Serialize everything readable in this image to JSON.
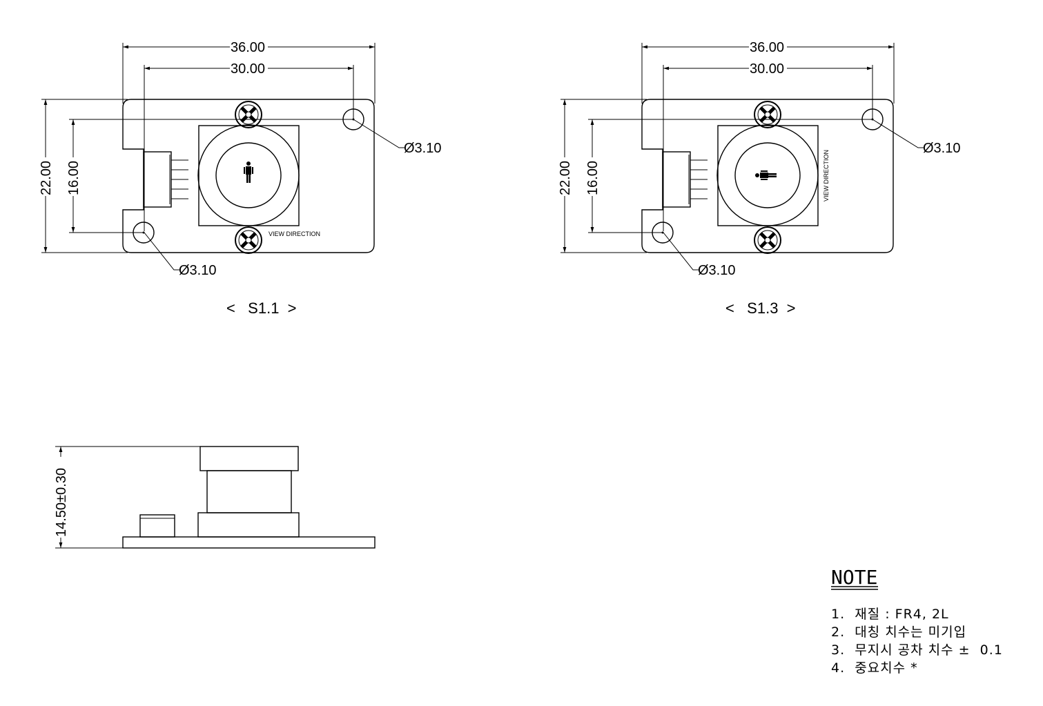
{
  "views": [
    {
      "id": "s11",
      "title": "<   S1.1  >",
      "dims": {
        "width_outer": "36.00",
        "width_holes": "30.00",
        "height_outer": "22.00",
        "height_holes": "16.00",
        "hole_top": "Ø3.10",
        "hole_bottom": "Ø3.10"
      },
      "label": "VIEW DIRECTION"
    },
    {
      "id": "s13",
      "title": "<   S1.3  >",
      "dims": {
        "width_outer": "36.00",
        "width_holes": "30.00",
        "height_outer": "22.00",
        "height_holes": "16.00",
        "hole_top": "Ø3.10",
        "hole_bottom": "Ø3.10"
      },
      "label": "VIEW DIRECTION"
    }
  ],
  "side_view": {
    "height": "14.50±0.30"
  },
  "notes": {
    "heading": "NOTE",
    "items": [
      "1.  재질 : FR4, 2L",
      "2.  대칭 치수는 미기입",
      "3.  무지시 공차 치수 ±  0.1",
      "4.  중요치수 *"
    ]
  }
}
